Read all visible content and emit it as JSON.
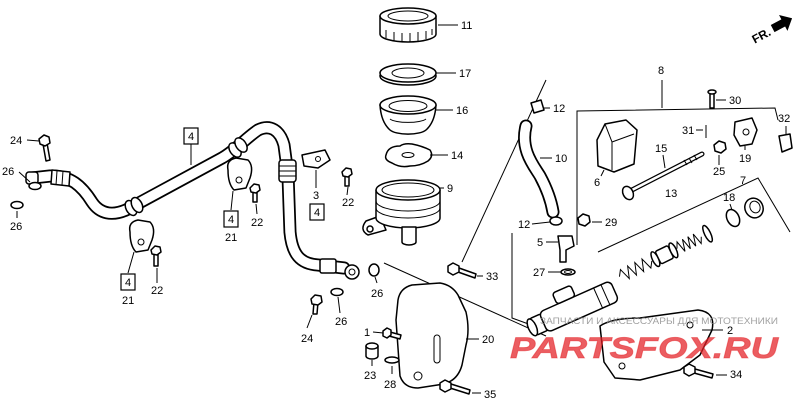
{
  "diagram": {
    "callouts": [
      {
        "num": "11"
      },
      {
        "num": "17"
      },
      {
        "num": "16"
      },
      {
        "num": "14"
      },
      {
        "num": "9"
      },
      {
        "num": "12"
      },
      {
        "num": "10"
      },
      {
        "num": "8"
      },
      {
        "num": "30"
      },
      {
        "num": "32"
      },
      {
        "num": "31"
      },
      {
        "num": "15"
      },
      {
        "num": "6"
      },
      {
        "num": "25"
      },
      {
        "num": "19"
      },
      {
        "num": "13"
      },
      {
        "num": "7"
      },
      {
        "num": "18"
      },
      {
        "num": "12"
      },
      {
        "num": "29"
      },
      {
        "num": "5"
      },
      {
        "num": "27"
      },
      {
        "num": "33"
      },
      {
        "num": "2"
      },
      {
        "num": "20"
      },
      {
        "num": "1"
      },
      {
        "num": "23"
      },
      {
        "num": "28"
      },
      {
        "num": "35"
      },
      {
        "num": "34"
      },
      {
        "num": "24"
      },
      {
        "num": "26"
      },
      {
        "num": "26"
      },
      {
        "num": "4",
        "boxed": true
      },
      {
        "num": "4",
        "boxed": true
      },
      {
        "num": "21"
      },
      {
        "num": "22"
      },
      {
        "num": "3"
      },
      {
        "num": "4",
        "boxed": true
      },
      {
        "num": "22"
      },
      {
        "num": "4",
        "boxed": true
      },
      {
        "num": "21"
      },
      {
        "num": "22"
      },
      {
        "num": "24"
      },
      {
        "num": "26"
      },
      {
        "num": "26"
      }
    ],
    "orientation": {
      "label": "FR.",
      "arrow_icon": "arrow-up-right-icon"
    },
    "watermark": {
      "brand": "PARTSFOX.RU",
      "tagline": "ЗАПЧАСТИ И АКСЕССУАРЫ ДЛЯ МОТОТЕХНИКИ"
    }
  },
  "colors": {
    "ink": "#000000",
    "watermark_brand": "#e31e24",
    "watermark_tagline": "#8a8a8a"
  }
}
